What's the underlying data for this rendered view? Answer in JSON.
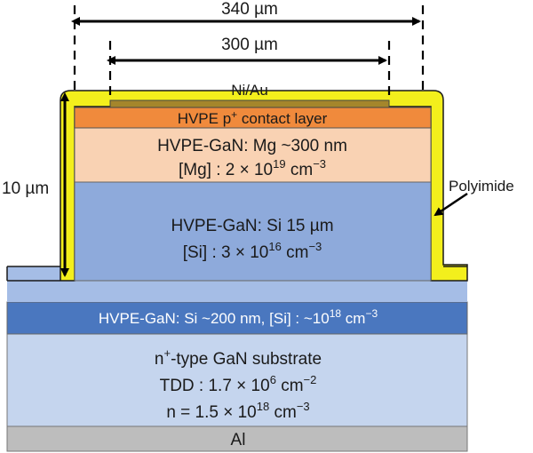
{
  "dimensions": {
    "outer_width": "340 µm",
    "inner_width": "300 µm",
    "mesa_height": "10 µm"
  },
  "labels": {
    "contact_metal": "Ni/Au",
    "passivation": "Polyimide"
  },
  "layers": {
    "p_contact": {
      "pre": "HVPE p",
      "sup": "+",
      "post": " contact layer"
    },
    "p_gan": {
      "line1": "HVPE-GaN: Mg  ~300 nm",
      "line2": {
        "pre": "[Mg] : 2 × 10",
        "sup1": "19",
        "mid": " cm",
        "sup2": "−3"
      }
    },
    "drift": {
      "line1": "HVPE-GaN: Si      15 µm",
      "line2": {
        "pre": "[Si] : 3 × 10",
        "sup1": "16",
        "mid": " cm",
        "sup2": "−3"
      }
    },
    "nplus": {
      "pre": "HVPE-GaN: Si ~200 nm, [Si] : ~10",
      "sup1": "18",
      "mid": " cm",
      "sup2": "−3"
    },
    "substrate": {
      "line1": {
        "pre": "n",
        "sup": "+",
        "post": "-type GaN substrate"
      },
      "line2": {
        "pre": "TDD :  1.7 × 10",
        "sup1": "6",
        "mid": " cm",
        "sup2": "−2"
      },
      "line3": {
        "pre": "n = 1.5 × 10",
        "sup1": "18",
        "mid": " cm",
        "sup2": "−3"
      }
    },
    "backside": "Al"
  },
  "colors": {
    "contact_layer": "#f08a3c",
    "p_gan": "#f9d2b3",
    "drift": "#8eaadb",
    "drift_base": "#a5bde6",
    "nplus": "#4a77bf",
    "substrate": "#c5d5ee",
    "aluminum": "#bdbdbd",
    "polyimide": "#f3ef1c",
    "ni_au": "#a5862b"
  }
}
